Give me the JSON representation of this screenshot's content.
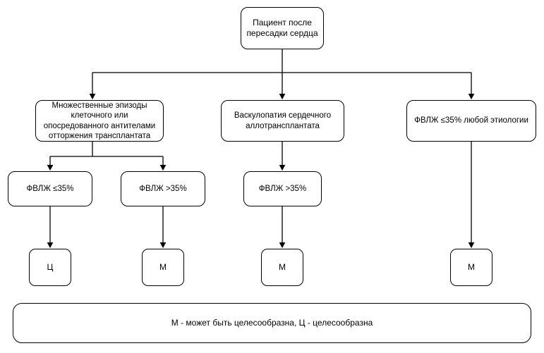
{
  "diagram": {
    "title_box": {
      "id": "patient-after-heart-transplant",
      "text": "Пациент после\nпересадки сердца"
    },
    "branches": [
      {
        "id": "rejection-episodes",
        "text": "Множественные эпизоды\nклеточного или\nопосредованного антителами\nотторжения трансплантата"
      },
      {
        "id": "cardiac-allograft-vasculopathy",
        "text": "Васкулопатия сердечного\nаллотрансплантата"
      },
      {
        "id": "lvef-any-etiology",
        "text": "ФВЛЖ ≤35% любой этиологии"
      }
    ],
    "criteria": [
      {
        "id": "lvef-le-35-left",
        "text": "ФВЛЖ ≤35%"
      },
      {
        "id": "lvef-gt-35-left",
        "text": "ФВЛЖ >35%"
      },
      {
        "id": "lvef-gt-35-middle",
        "text": "ФВЛЖ >35%"
      }
    ],
    "results": [
      {
        "id": "result-1",
        "text": "Ц"
      },
      {
        "id": "result-2",
        "text": "М"
      },
      {
        "id": "result-3",
        "text": "М"
      },
      {
        "id": "result-4",
        "text": "М"
      }
    ],
    "legend": {
      "id": "legend-note",
      "text": "М - может быть целесообразна, Ц - целесообразна"
    },
    "colors": {
      "stroke": "#000000",
      "fill": "#ffffff",
      "text": "#000000"
    }
  }
}
